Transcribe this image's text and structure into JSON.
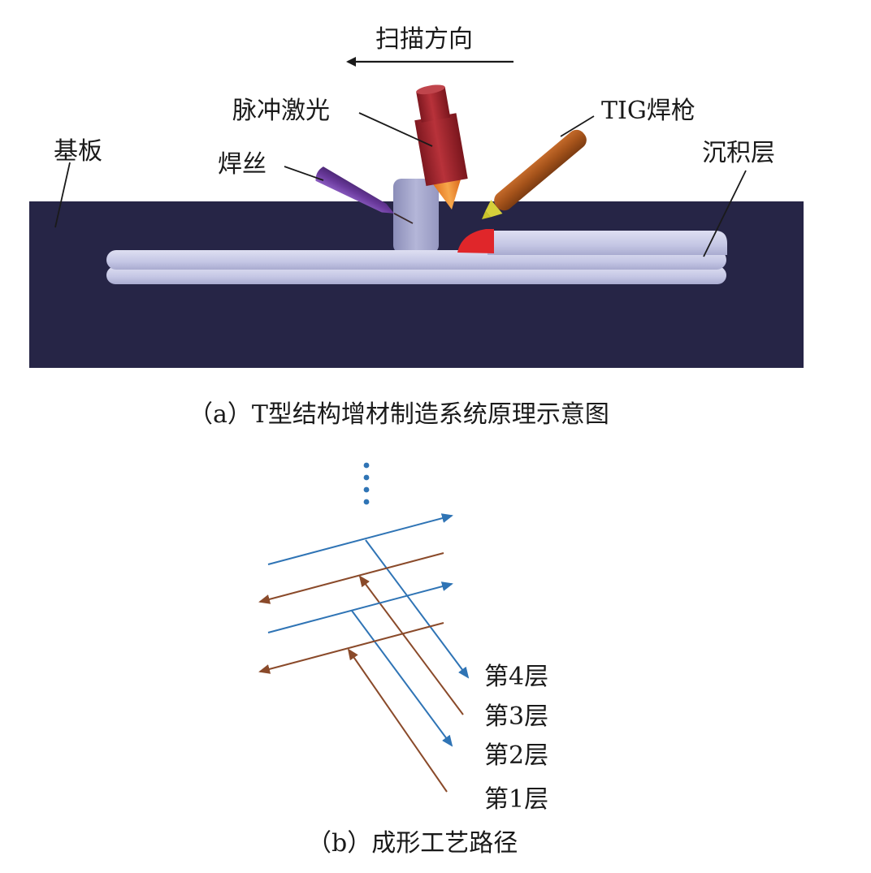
{
  "panel_a": {
    "scan_direction": "扫描方向",
    "pulse_laser": "脉冲激光",
    "tig_torch": "TIG焊枪",
    "substrate": "基板",
    "wire": "焊丝",
    "deposit_layer": "沉积层",
    "caption": "（a）T型结构增材制造系统原理示意图"
  },
  "panel_b": {
    "layers": [
      "第4层",
      "第3层",
      "第2层",
      "第1层"
    ],
    "caption": "（b）成形工艺路径"
  },
  "colors": {
    "substrate": "#262546",
    "deposit": "#c7c9e6",
    "laser_body": "#9b2028",
    "laser_tip": "#f08a2c",
    "tig_body": "#b25a1d",
    "wire_body": "#6e3ea0",
    "melt_pool": "#e0262a",
    "path_blue": "#2f74b5",
    "path_brown": "#8a4a2a"
  }
}
